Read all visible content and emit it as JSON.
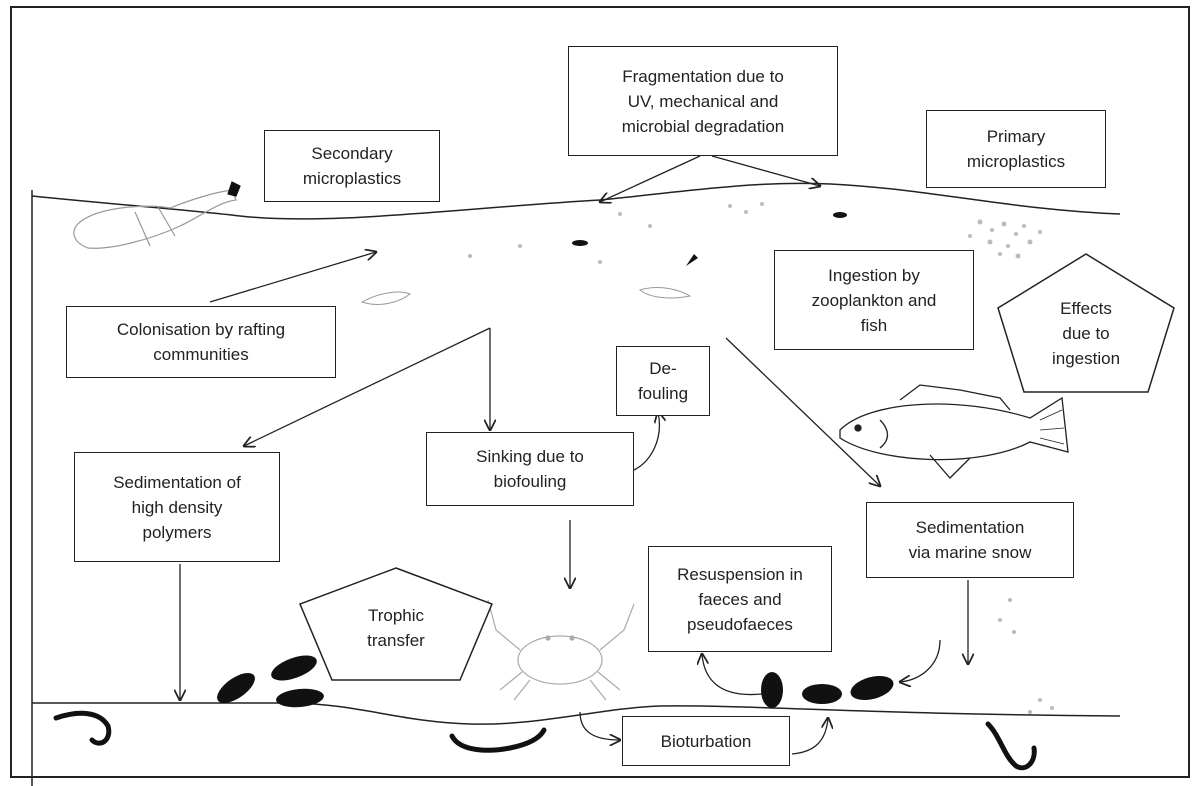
{
  "labels": {
    "fragmentation": "Fragmentation due to\nUV, mechanical and\nmicrobial degradation",
    "secondary": "Secondary\nmicroplastics",
    "primary": "Primary\nmicroplastics",
    "colonisation": "Colonisation by rafting\ncommunities",
    "ingestion": "Ingestion by\nzooplankton and\nfish",
    "effects": "Effects\ndue to\ningestion",
    "defouling": "De-\nfouling",
    "sinking": "Sinking due to\nbiofouling",
    "sedimentation_high": "Sedimentation of\nhigh density\npolymers",
    "sedimentation_snow": "Sedimentation\nvia marine snow",
    "resuspension": "Resuspension in\nfaeces and\npseudofaeces",
    "trophic": "Trophic\ntransfer",
    "bioturbation": "Bioturbation"
  },
  "colors": {
    "line": "#222222",
    "organism": "#111111",
    "particle": "#bbbbbb"
  }
}
